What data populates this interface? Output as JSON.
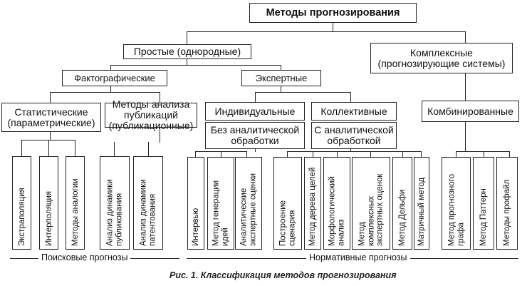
{
  "root": "Методы прогнозирования",
  "simple": "Простые (однородные)",
  "complex": "Комплексные\n(прогнозирующие системы)",
  "factographic": "Фактографические",
  "expert": "Экспертные",
  "statistical": "Статистические\n(параметрические)",
  "publication": "Методы анализа\nпубликаций\n(публикационные)",
  "individual": "Индивидуальные",
  "collective": "Коллективные",
  "combined": "Комбинированные",
  "no_analytic": "Без аналитической\nобработки",
  "with_analytic": "С аналитической\nобработкой",
  "methods": {
    "m1": "Экстраполяция",
    "m2": "Интерполяция",
    "m3": "Методы аналогии",
    "m4": "Анализ динамики\nпубликования",
    "m5": "Анализ динамики\nпатентования",
    "m6": "Интервью",
    "m7": "Метод генерации\nидей",
    "m8": "Аналитические\nэкспертные оценки",
    "m9": "Построение\nсценария",
    "m10": "Метод дерева целей",
    "m11": "Морфологический\nанализ",
    "m12": "Метод\nкомплексных\nэкспертных оценок",
    "m13": "Метод Дельфи",
    "m14": "Матричный метод",
    "m15": "Метод прогнозного\nграфа",
    "m16": "Метод Паттерн",
    "m17": "Методы профайл"
  },
  "search_forecasts": "Поисковые прогнозы",
  "normative_forecasts": "Нормативные прогнозы",
  "caption": "Рис. 1. Классификация методов прогнозирования"
}
